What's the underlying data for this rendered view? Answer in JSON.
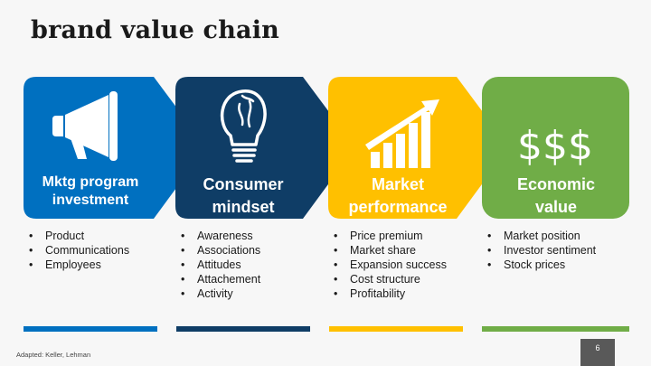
{
  "title": "brand value chain",
  "stages": [
    {
      "label_line1": "Mktg program",
      "label_line2": "investment",
      "color": "#0070c0",
      "icon": "megaphone-icon",
      "bullets": [
        "Product",
        "Communications",
        "Employees"
      ]
    },
    {
      "label_line1": "Consumer",
      "label_line2": "mindset",
      "color": "#0f3d66",
      "icon": "lightbulb-brain-icon",
      "bullets": [
        "Awareness",
        "Associations",
        "Attitudes",
        "Attachement",
        "Activity"
      ]
    },
    {
      "label_line1": "Market",
      "label_line2": "performance",
      "color": "#ffc000",
      "icon": "growth-chart-icon",
      "bullets": [
        "Price premium",
        "Market share",
        "Expansion success",
        "Cost structure",
        "Profitability"
      ]
    },
    {
      "label_line1": "Economic",
      "label_line2": "value",
      "color": "#70ad47",
      "icon": "dollar-signs-icon",
      "icon_text": "$$$",
      "bullets": [
        "Market position",
        "Investor sentiment",
        "Stock prices"
      ]
    }
  ],
  "source": "Adapted: Keller, Lehman",
  "page_number": "6"
}
